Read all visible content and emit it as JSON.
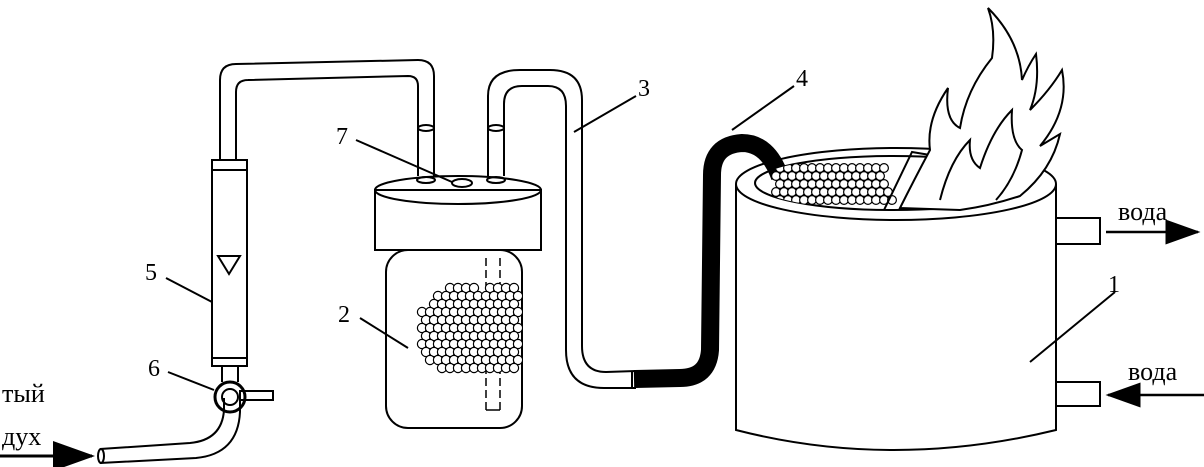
{
  "labels": {
    "n1": "1",
    "n2": "2",
    "n3": "3",
    "n4": "4",
    "n5": "5",
    "n6": "6",
    "n7": "7"
  },
  "inlet": {
    "line1": "тый",
    "line2": "дух"
  },
  "water_out": "вода",
  "water_in": "вода"
}
